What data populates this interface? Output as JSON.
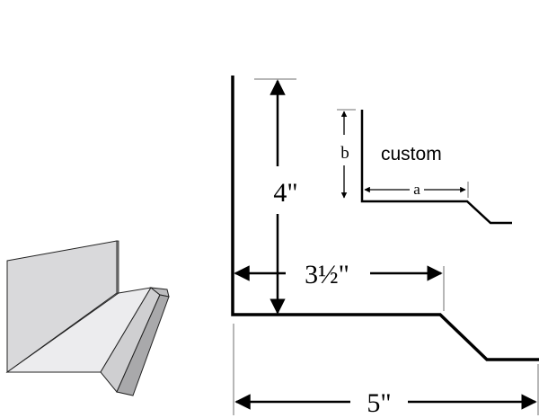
{
  "dimensions": {
    "height_label": "4\"",
    "depth_label": "3½\"",
    "width_label": "5\"",
    "custom_label": "custom",
    "custom_a_label": "a",
    "custom_b_label": "b"
  },
  "colors": {
    "outline": "#000000",
    "extension_line": "#6f6f6f",
    "face_light": "#e8e8ea",
    "face_mid": "#d6d6d8",
    "face_dark": "#c4c4c6",
    "face_shadow": "#b2b2b4"
  }
}
